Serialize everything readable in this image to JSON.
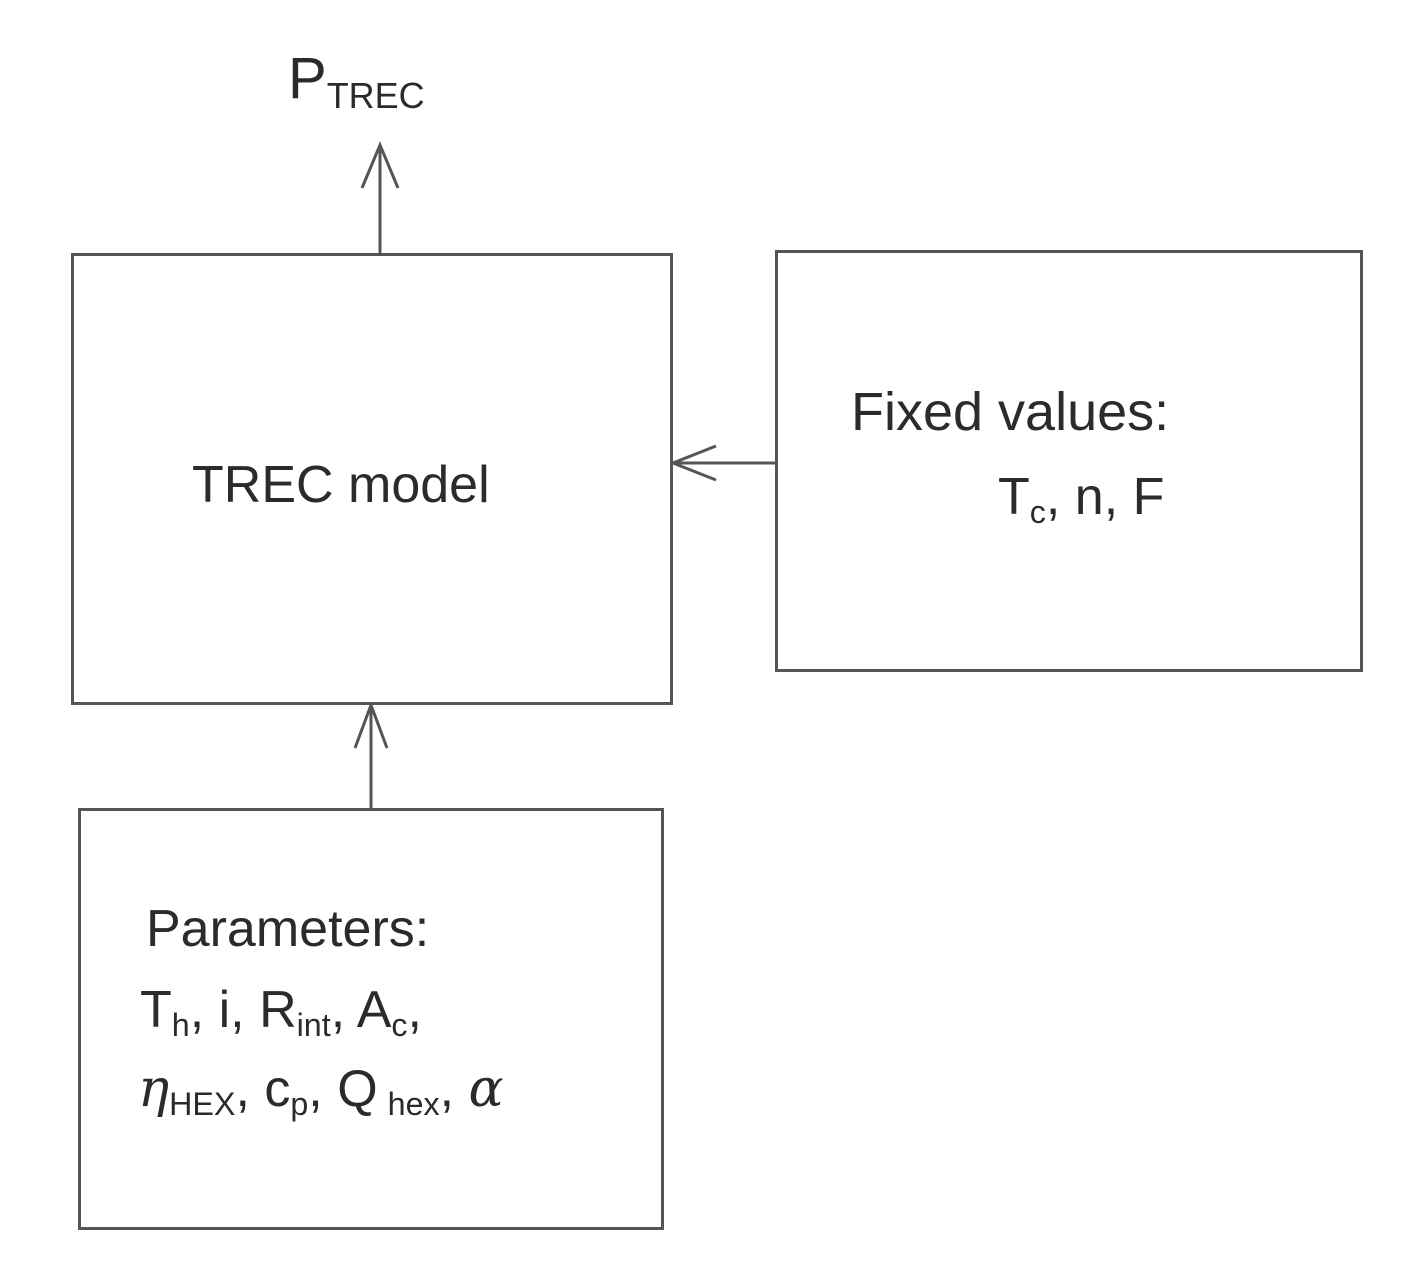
{
  "output": {
    "symbol": "P",
    "subscript": "TREC"
  },
  "model": {
    "label": "TREC model"
  },
  "fixed_values": {
    "title": "Fixed values:",
    "vars": [
      {
        "symbol": "T",
        "subscript": "c",
        "suffix": ", "
      },
      {
        "symbol": "n",
        "subscript": "",
        "suffix": ", "
      },
      {
        "symbol": "F",
        "subscript": "",
        "suffix": ""
      }
    ]
  },
  "parameters": {
    "title": "Parameters:",
    "line1": [
      {
        "symbol": "T",
        "subscript": "h",
        "suffix": ", "
      },
      {
        "symbol": "i",
        "subscript": "",
        "suffix": ", "
      },
      {
        "symbol": "R",
        "subscript": "int",
        "suffix": ", "
      },
      {
        "symbol": "A",
        "subscript": "c",
        "suffix": ","
      }
    ],
    "line2": [
      {
        "symbol": "η",
        "subscript": "HEX",
        "suffix": ", "
      },
      {
        "symbol": "c",
        "subscript": "p",
        "suffix": ", "
      },
      {
        "symbol": "Q",
        "subscript": "hex",
        "suffix": ", "
      },
      {
        "symbol": "α",
        "subscript": "",
        "suffix": ""
      }
    ]
  },
  "colors": {
    "line": "#555555",
    "text": "#2b2b2b"
  }
}
